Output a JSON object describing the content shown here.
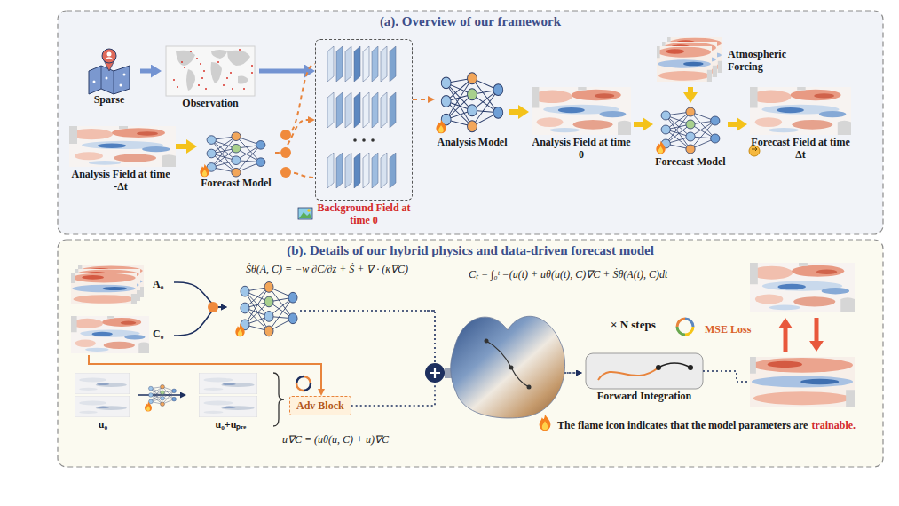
{
  "diagram": {
    "nodes": [
      {
        "text": [
          "(a). Overview of our framework"
        ]
      },
      {
        "text": [
          "Sparse"
        ],
        "in": 0
      },
      {
        "text": [
          "Observation"
        ],
        "in": 0
      },
      {
        "text": [
          "Analysis Field at time -Δt"
        ],
        "in": 0
      },
      {
        "text": [
          "Forecast Model"
        ],
        "in": 0
      },
      {
        "text": [
          "Background Field at time 0"
        ],
        "in": 0
      },
      {
        "text": [
          "Analysis Model"
        ],
        "in": 0
      },
      {
        "text": [
          "Analysis Field at time 0"
        ],
        "in": 0
      },
      {
        "text": [
          "Atmospheric Forcing"
        ],
        "in": 0
      },
      {
        "text": [
          "Forecast Model"
        ],
        "in": 0
      },
      {
        "text": [
          "Forecast Field at time Δt"
        ],
        "in": 0
      },
      {
        "text": [
          "(b). Details of our hybrid physics and data-driven forecast model"
        ]
      },
      {
        "text": [
          "A₀"
        ],
        "in": 11
      },
      {
        "text": [
          "C₀"
        ],
        "in": 11
      },
      {
        "text": [
          "Ṡθ(A, C) = −w ∂C/∂z + Ṡ + ∇ · (κ∇C)"
        ],
        "in": 11
      },
      {
        "text": [
          "u₀"
        ],
        "in": 11
      },
      {
        "text": [
          "u₀+uₚᵣₑ"
        ],
        "in": 11
      },
      {
        "text": [
          "Adv Block"
        ],
        "in": 11
      },
      {
        "text": [
          "Forward Integration"
        ],
        "in": 11
      }
    ],
    "edges": [
      {
        "from": 1,
        "to": 2,
        "arrow": "to"
      },
      {
        "from": 2,
        "to": 5,
        "arrow": "to"
      },
      {
        "from": 3,
        "to": 4,
        "arrow": "to"
      },
      {
        "from": 4,
        "to": 5,
        "arrow": "to"
      },
      {
        "from": 5,
        "to": 6,
        "arrow": "to"
      },
      {
        "from": 6,
        "to": 7,
        "arrow": "to"
      },
      {
        "from": 7,
        "to": 9,
        "arrow": "to"
      },
      {
        "from": 8,
        "to": 9,
        "arrow": "to"
      },
      {
        "from": 9,
        "to": 10,
        "arrow": "to"
      },
      {
        "from": 12,
        "to": 14,
        "arrow": "to"
      },
      {
        "from": 13,
        "to": 14,
        "arrow": "to"
      },
      {
        "from": 13,
        "to": 17,
        "arrow": "to"
      },
      {
        "from": 15,
        "to": 16,
        "arrow": "to"
      },
      {
        "from": 14,
        "to": 18,
        "arrow": "to"
      },
      {
        "from": 17,
        "to": 18,
        "arrow": "to"
      }
    ],
    "labels": [
      "u∇C = (uθ(u, C) + u)∇C",
      "Cₜ = ∫₀ᵗ −(u(t) + uθ(u(t), C)∇C + Ṡθ(A(t), C)dt",
      "× N steps",
      "MSE Loss",
      "The flame icon indicates that the model parameters are",
      "trainable."
    ]
  }
}
